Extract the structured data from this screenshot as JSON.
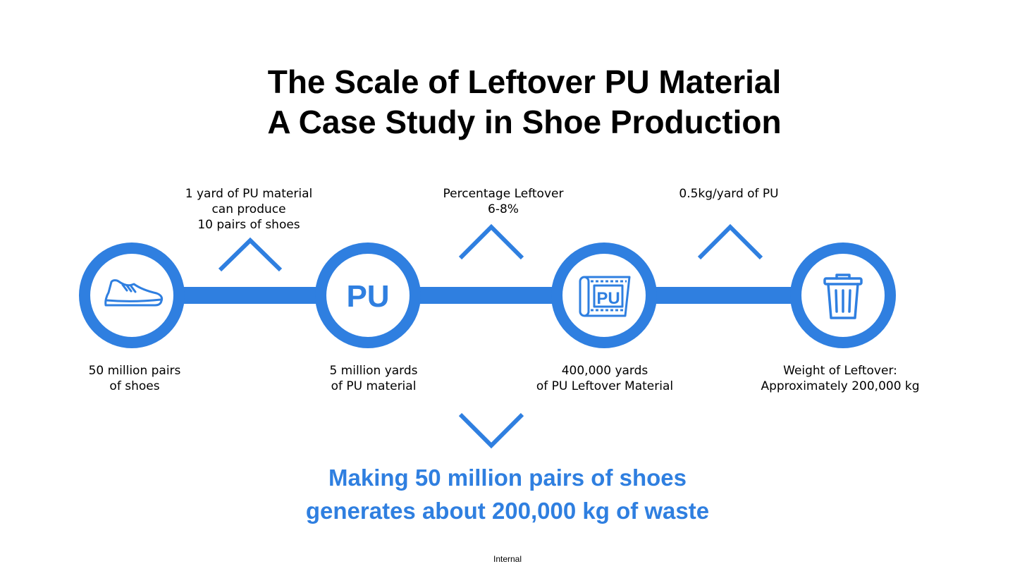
{
  "colors": {
    "accent": "#2f7fe0",
    "text": "#000000",
    "background": "#ffffff"
  },
  "title": {
    "line1": "The Scale of Leftover PU Material",
    "line2": "A Case Study in Shoe Production"
  },
  "steps": [
    {
      "icon": "shoe-icon",
      "label_line1": "50 million pairs",
      "label_line2": "of shoes"
    },
    {
      "icon": "pu-text-icon",
      "icon_text": "PU",
      "label_line1": "5 million yards",
      "label_line2": "of PU material"
    },
    {
      "icon": "pu-roll-icon",
      "icon_text": "PU",
      "label_line1": "400,000 yards",
      "label_line2": "of PU Leftover Material"
    },
    {
      "icon": "trash-can-icon",
      "label_line1": "Weight of Leftover:",
      "label_line2": "Approximately 200,000 kg"
    }
  ],
  "connectors": [
    {
      "line1": "1 yard of PU material",
      "line2": "can produce",
      "line3": "10 pairs of shoes"
    },
    {
      "line1": "Percentage Leftover",
      "line2": "6-8%"
    },
    {
      "line1": "0.5kg/yard of PU"
    }
  ],
  "conclusion": {
    "line1": "Making 50 million pairs of shoes",
    "line2": "generates about 200,000 kg of waste"
  },
  "footer": "Internal"
}
